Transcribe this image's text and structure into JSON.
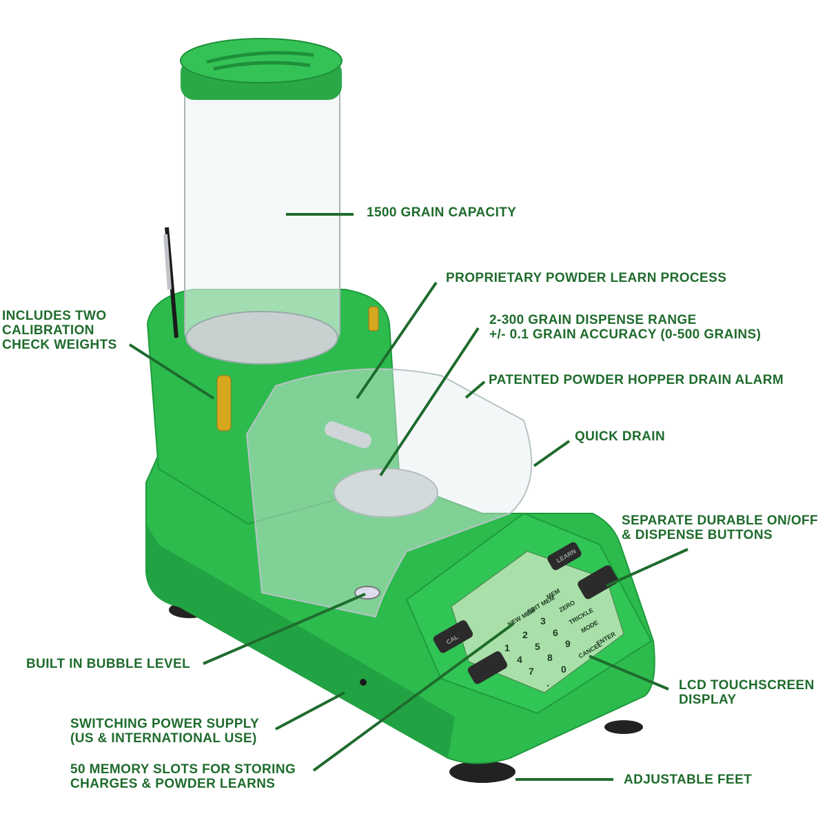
{
  "colors": {
    "text": "#1e6b2c",
    "product_green": "#2dbb4e",
    "leader_line": "#1e6b2c"
  },
  "callouts": {
    "capacity": [
      "1500 GRAIN CAPACITY"
    ],
    "learn": [
      "PROPRIETARY POWDER LEARN PROCESS"
    ],
    "range": [
      "2-300 GRAIN DISPENSE RANGE",
      "+/- 0.1 GRAIN ACCURACY (0-500 GRAINS)"
    ],
    "alarm": [
      "PATENTED POWDER HOPPER DRAIN ALARM"
    ],
    "drain": [
      "QUICK DRAIN"
    ],
    "buttons": [
      "SEPARATE DURABLE ON/OFF",
      "& DISPENSE BUTTONS"
    ],
    "lcd": [
      "LCD TOUCHSCREEN",
      "DISPLAY"
    ],
    "feet": [
      "ADJUSTABLE FEET"
    ],
    "memory": [
      "50 MEMORY SLOTS FOR STORING",
      "CHARGES & POWDER LEARNS"
    ],
    "power": [
      "SWITCHING POWER SUPPLY",
      "(US & INTERNATIONAL USE)"
    ],
    "level": [
      "BUILT IN BUBBLE LEVEL"
    ],
    "weights": [
      "INCLUDES TWO",
      "CALIBRATION",
      "CHECK WEIGHTS"
    ]
  },
  "keypad": {
    "keys": [
      "1",
      "2",
      "3",
      "4",
      "5",
      "6",
      "7",
      "8",
      "9",
      ".",
      "0"
    ],
    "buttons": [
      "CAL",
      "LEARN",
      "NEW MEM",
      "EDIT MEM",
      "MEM",
      "ZERO",
      "TRICKLE",
      "MODE",
      "CANCEL",
      "ENTER"
    ]
  }
}
